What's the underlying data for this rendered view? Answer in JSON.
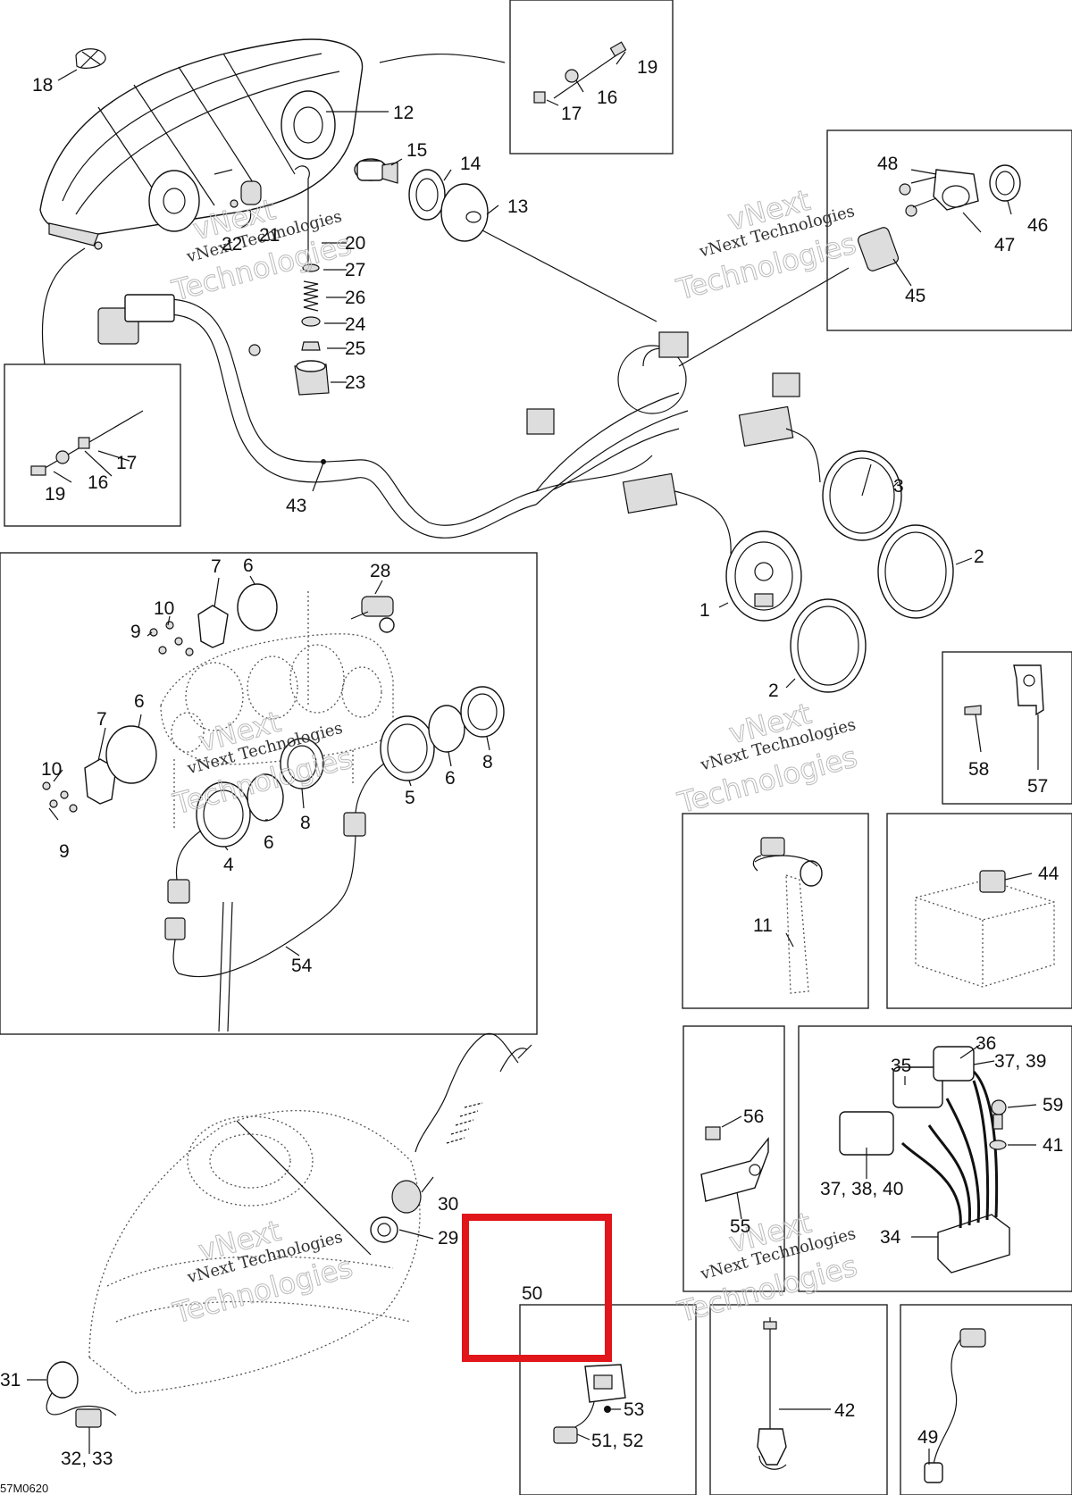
{
  "callouts": {
    "c18": "18",
    "c12": "12",
    "c19a": "19",
    "c16a": "16",
    "c17a": "17",
    "c15": "15",
    "c14": "14",
    "c13": "13",
    "c21": "21",
    "c22": "22",
    "c20": "20",
    "c27": "27",
    "c26": "26",
    "c24": "24",
    "c25": "25",
    "c23": "23",
    "c48": "48",
    "c46": "46",
    "c47": "47",
    "c45": "45",
    "c17b": "17",
    "c16b": "16",
    "c19b": "19",
    "c43": "43",
    "c3": "3",
    "c2a": "2",
    "c1": "1",
    "c2b": "2",
    "c7a": "7",
    "c6a": "6",
    "c28": "28",
    "c10a": "10",
    "c9a": "9",
    "c7b": "7",
    "c6b": "6",
    "c10b": "10",
    "c9b": "9",
    "c6c": "6",
    "c4": "4",
    "c8a": "8",
    "c5": "5",
    "c6d": "6",
    "c8b": "8",
    "c54": "54",
    "c58": "58",
    "c57": "57",
    "c11": "11",
    "c44": "44",
    "c35": "35",
    "c36": "36",
    "c3739": "37, 39",
    "c56": "56",
    "c59": "59",
    "c41": "41",
    "c373840": "37, 38, 40",
    "c55": "55",
    "c34": "34",
    "c30": "30",
    "c29": "29",
    "c50": "50",
    "c31": "31",
    "c3233": "32, 33",
    "c53": "53",
    "c5152": "51, 52",
    "c42": "42",
    "c49": "49"
  },
  "watermark": {
    "line1": "vNext Technologies",
    "line2": "Technologies",
    "line3": "vNext"
  },
  "figure_code": "57M0620",
  "highlight_color": "#e0161b"
}
